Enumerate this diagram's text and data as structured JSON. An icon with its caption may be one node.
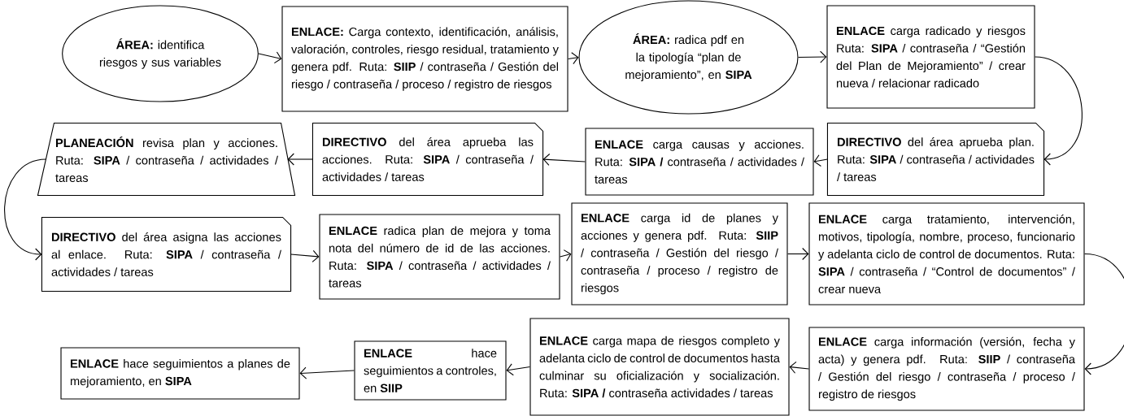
{
  "diagram": {
    "nodes": [
      {
        "text": [
          "**ÁREA:** identifica riesgos y sus variables"
        ]
      },
      {
        "text": [
          "**ENLACE:** Carga contexto, identificación, análisis, valoración, controles, riesgo residual, tratamiento y genera pdf. Ruta: **SIIP** / contraseña / Gestión del riesgo / contraseña / proceso / registro de riesgos"
        ]
      },
      {
        "text": [
          "**ÁREA:** radica pdf en la tipología “plan de mejoramiento”, en **SIPA**"
        ]
      },
      {
        "text": [
          "**ENLACE** carga radicado y riesgos Ruta: **SIPA** / contraseña / “Gestión del Plan de Mejoramiento” / crear nueva / relacionar radicado"
        ]
      },
      {
        "text": [
          "**DIRECTIVO** del área aprueba plan. Ruta: **SIPA** / contraseña / actividades / tareas"
        ]
      },
      {
        "text": [
          "**ENLACE** carga causas y acciones. Ruta: **SIPA /** contraseña / actividades / tareas"
        ]
      },
      {
        "text": [
          "**DIRECTIVO** del área aprueba las acciones. Ruta: **SIPA** / contraseña / actividades / tareas"
        ]
      },
      {
        "text": [
          "**PLANEACIÓN** revisa plan y acciones. Ruta: **SIPA** / contraseña / actividades / tareas"
        ]
      },
      {
        "text": [
          "**DIRECTIVO** del área asigna las acciones al enlace. Ruta: **SIPA** / contraseña / actividades / tareas"
        ]
      },
      {
        "text": [
          "**ENLACE** radica plan de mejora y toma nota del número de id de las acciones. Ruta: **SIPA** / contraseña / actividades / tareas"
        ]
      },
      {
        "text": [
          "**ENLACE** carga id de planes y acciones y genera pdf. Ruta: **SIIP** / contraseña / Gestión del riesgo / contraseña / proceso / registro de riesgos"
        ]
      },
      {
        "text": [
          "**ENLACE** carga tratamiento, intervención, motivos, tipología, nombre, proceso, funcionario y adelanta ciclo de control de documentos. Ruta: **SIPA** / contraseña / “Control de documentos” / crear nueva"
        ]
      },
      {
        "text": [
          "**ENLACE** carga información (versión, fecha y acta) y genera pdf. Ruta: **SIIP** / contraseña / Gestión del riesgo / contraseña / proceso / registro de riesgos"
        ]
      },
      {
        "text": [
          "**ENLACE** carga mapa de riesgos completo y adelanta ciclo de control de documentos hasta culminar su oficialización y socialización. Ruta: **SIPA /** contraseña actividades / tareas"
        ]
      },
      {
        "text": [
          "**ENLACE** hace seguimientos a controles, en **SIIP**"
        ]
      },
      {
        "text": [
          "**ENLACE** hace seguimientos a planes de mejoramiento, en **SIPA**"
        ]
      }
    ],
    "edges": [
      {
        "from": 0,
        "to": 1,
        "arrow": "to"
      },
      {
        "from": 1,
        "to": 2,
        "arrow": "to"
      },
      {
        "from": 2,
        "to": 3,
        "arrow": "to"
      },
      {
        "from": 3,
        "to": 4,
        "arrow": "to"
      },
      {
        "from": 4,
        "to": 5,
        "arrow": "to"
      },
      {
        "from": 5,
        "to": 6,
        "arrow": "to"
      },
      {
        "from": 6,
        "to": 7,
        "arrow": "to"
      },
      {
        "from": 7,
        "to": 8,
        "arrow": "to"
      },
      {
        "from": 8,
        "to": 9,
        "arrow": "to"
      },
      {
        "from": 9,
        "to": 10,
        "arrow": "to"
      },
      {
        "from": 10,
        "to": 11,
        "arrow": "to"
      },
      {
        "from": 11,
        "to": 12,
        "arrow": "to"
      },
      {
        "from": 12,
        "to": 13,
        "arrow": "to"
      },
      {
        "from": 13,
        "to": 14,
        "arrow": "to"
      },
      {
        "from": 14,
        "to": 15,
        "arrow": "to"
      }
    ]
  }
}
